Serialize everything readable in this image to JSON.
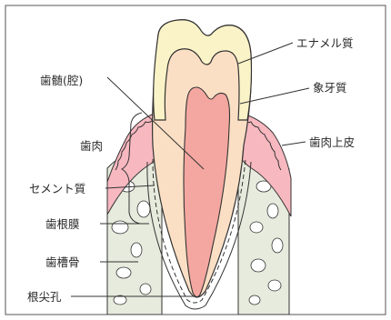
{
  "diagram": {
    "labels": {
      "enamel": "エナメル質",
      "dentin": "象牙質",
      "pulp": "歯髄(腔)",
      "gingiva": "歯肉",
      "gingival_epithelium": "歯肉上皮",
      "cementum": "セメント質",
      "periodontal_ligament": "歯根膜",
      "alveolar_bone": "歯槽骨",
      "apical_foramen": "根尖孔"
    },
    "colors": {
      "enamel": "#FBF3C8",
      "dentin": "#FBDFC4",
      "pulp": "#F4A7A0",
      "gingiva": "#F7B8C0",
      "bone": "#E7EBDD",
      "outline": "#333333"
    }
  }
}
